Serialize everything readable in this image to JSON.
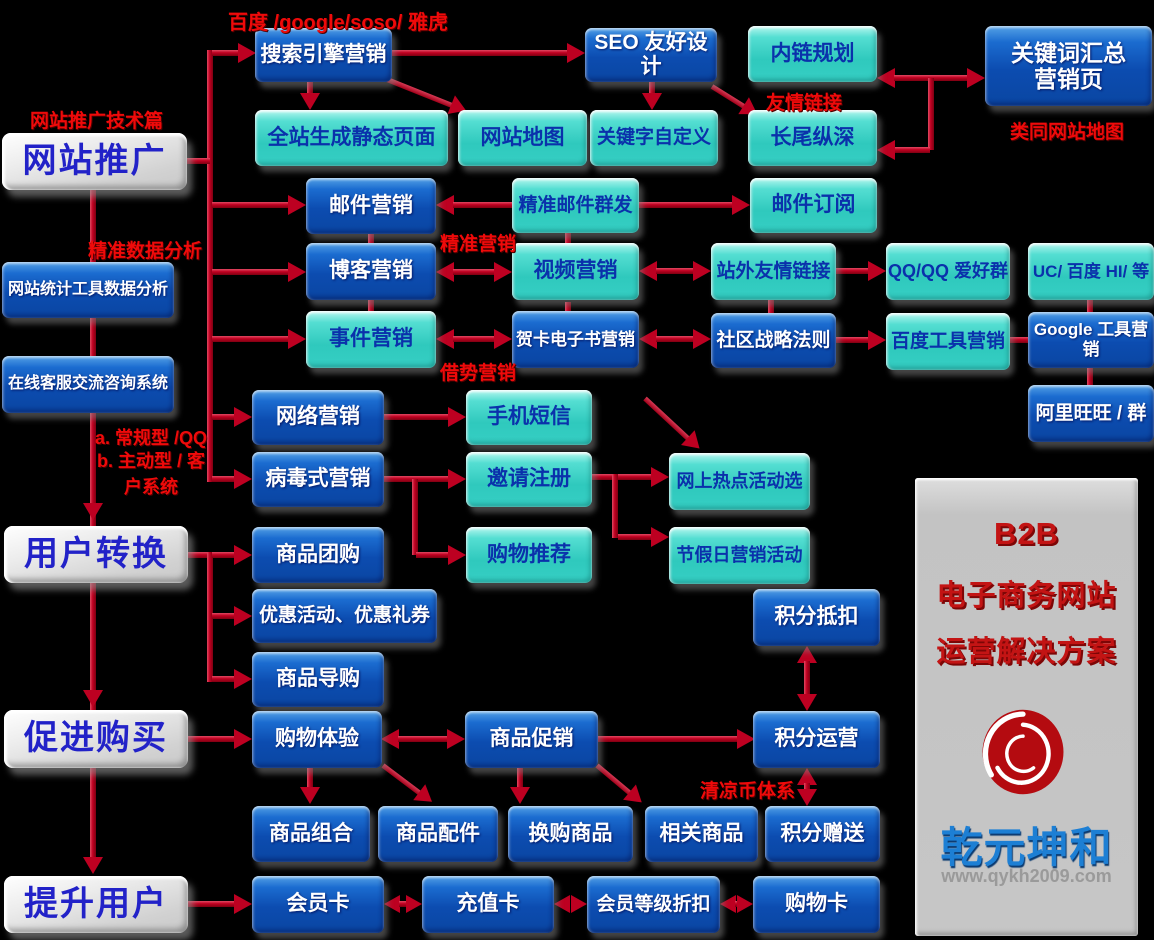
{
  "diagram": {
    "colors": {
      "background": "#000000",
      "primary_box": "#0c4cb0",
      "secondary_box": "#2fc9bd",
      "category_box": "#d9d9d9",
      "arrow": "#c00021",
      "annotation": "#ef0a0a",
      "brand_blue": "#1d7fd4"
    },
    "nodes": {
      "seo_marketing": "搜索引擎营销",
      "seo_design": "SEO 友好设计",
      "inner_link_plan": "内链规划",
      "keyword_page_l1": "关键词汇总",
      "keyword_page_l2": "营销页",
      "static_pages": "全站生成静态页面",
      "sitemap": "网站地图",
      "keyword_custom": "关键字自定义",
      "longtail": "长尾纵深",
      "email_marketing": "邮件营销",
      "email_mass": "精准邮件群发",
      "email_sub": "邮件订阅",
      "blog": "博客营销",
      "video": "视频营销",
      "offsite_links": "站外友情链接",
      "qq_groups": "QQ/QQ 爱好群",
      "uc_baidu_hi": "UC/ 百度 HI/ 等",
      "event": "事件营销",
      "ecard_ebook": "贺卡电子书营销",
      "community": "社区战略法则",
      "baidu_tools": "百度工具营销",
      "google_tools": "Google 工具营销",
      "aliwangwang": "阿里旺旺 / 群",
      "site_promotion": "网站推广",
      "analytics": "网站统计工具数据分析",
      "online_service": "在线客服交流咨询系统",
      "user_conversion": "用户转换",
      "promote_purchase": "促进购买",
      "improve_user": "提升用户",
      "network": "网络营销",
      "sms": "手机短信",
      "viral": "病毒式营销",
      "invite": "邀请注册",
      "hot_activity": "网上热点活动选",
      "group_buy": "商品团购",
      "shopping_rec": "购物推荐",
      "holiday": "节假日营销活动",
      "coupons": "优惠活动、优惠礼券",
      "points_deduct": "积分抵扣",
      "product_guide": "商品导购",
      "shopping_exp": "购物体验",
      "product_promo": "商品促销",
      "points_ops": "积分运营",
      "combo": "商品组合",
      "accessories": "商品配件",
      "exchange": "换购商品",
      "related": "相关商品",
      "points_gift": "积分赠送",
      "member_card": "会员卡",
      "recharge_card": "充值卡",
      "member_discount": "会员等级折扣",
      "shopping_card": "购物卡"
    },
    "labels": {
      "baidu_engines": "百度 /google/soso/ 雅虎",
      "tech_section": "网站推广技术篇",
      "friend_links": "友情链接",
      "similar_sitemap": "类同网站地图",
      "precise_data": "精准数据分析",
      "precise_marketing": "精准营销",
      "leverage_marketing": "借势营销",
      "type_a": "a. 常规型 /QQ",
      "type_b_l1": "b. 主动型 / 客",
      "type_b_l2": "户系统",
      "cool_coin": "清凉币体系"
    },
    "panel": {
      "b2b": "B2B",
      "line2": "电子商务网站",
      "line3": "运营解决方案",
      "brand": "乾元坤和",
      "url": "www.qykh2009.com"
    }
  }
}
